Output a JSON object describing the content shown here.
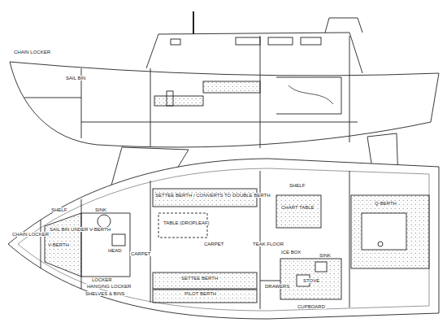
{
  "diagram": {
    "labels": [
      "SAIL BIN",
      "CHAIN LOCKER",
      "CHAIN LOCKER",
      "V-BERTH",
      "SAIL BIN UNDER V-BERTH",
      "SHELF",
      "HEAD",
      "SINK",
      "LOCKER",
      "HANGING LOCKER",
      "SHELVES & BINS",
      "CARPET",
      "SETTEE BERTH / CONVERTS TO DOUBLE BERTH",
      "TABLE (DROPLEAF)",
      "CARPET",
      "SETTEE BERTH",
      "PILOT BERTH",
      "SHELF",
      "CHART TABLE",
      "TEAK FLOOR",
      "Q-BERTH",
      "STOVE",
      "ICE BOX",
      "SINK",
      "CUPBOARD",
      "DRAWERS"
    ]
  }
}
